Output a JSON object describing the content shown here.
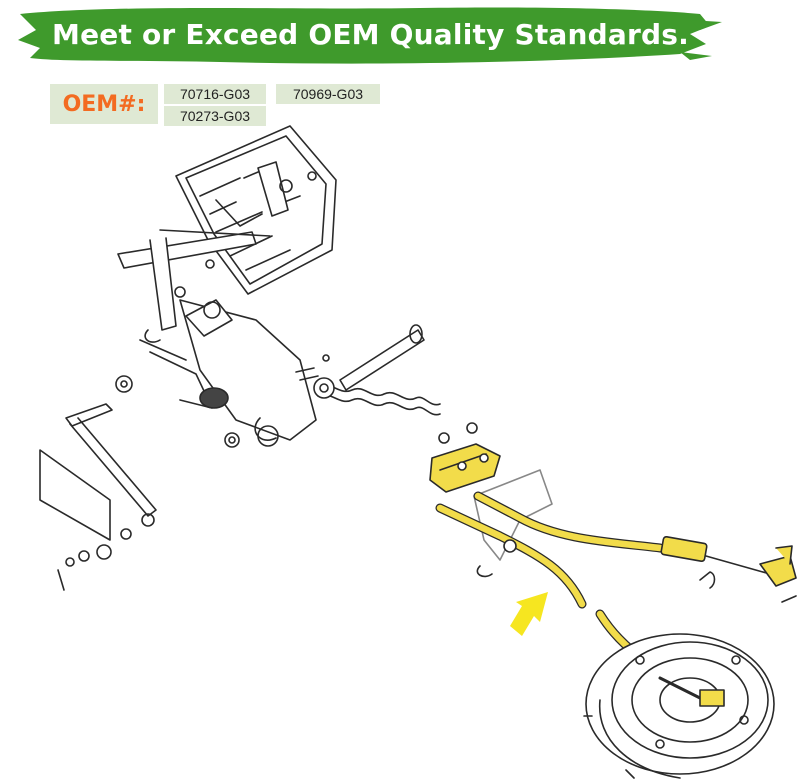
{
  "banner": {
    "title": "Meet or Exceed OEM Quality Standards.",
    "bg_color": "#3f9a2c"
  },
  "oem": {
    "label": "OEM#:",
    "label_color": "#f36b21",
    "chip_color": "#dfe9d4",
    "numbers": [
      "70716-G03",
      "70969-G03",
      "70273-G03"
    ]
  },
  "diagram": {
    "highlight_color": "#f2dc4a",
    "arrow_color": "#f6e620",
    "icon": "brake-cable-assembly-diagram"
  }
}
